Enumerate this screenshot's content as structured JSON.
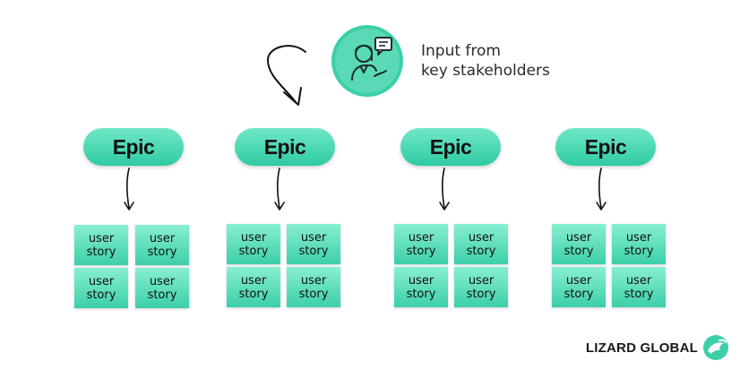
{
  "stakeholder": {
    "icon": "presenter-with-speech-bubble-icon",
    "label_line1": "Input from",
    "label_line2": "key stakeholders"
  },
  "epics": [
    {
      "label": "Epic",
      "stories": [
        {
          "line1": "user",
          "line2": "story"
        },
        {
          "line1": "user",
          "line2": "story"
        },
        {
          "line1": "user",
          "line2": "story"
        },
        {
          "line1": "user",
          "line2": "story"
        }
      ]
    },
    {
      "label": "Epic",
      "stories": [
        {
          "line1": "user",
          "line2": "story"
        },
        {
          "line1": "user",
          "line2": "story"
        },
        {
          "line1": "user",
          "line2": "story"
        },
        {
          "line1": "user",
          "line2": "story"
        }
      ]
    },
    {
      "label": "Epic",
      "stories": [
        {
          "line1": "user",
          "line2": "story"
        },
        {
          "line1": "user",
          "line2": "story"
        },
        {
          "line1": "user",
          "line2": "story"
        },
        {
          "line1": "user",
          "line2": "story"
        }
      ]
    },
    {
      "label": "Epic",
      "stories": [
        {
          "line1": "user",
          "line2": "story"
        },
        {
          "line1": "user",
          "line2": "story"
        },
        {
          "line1": "user",
          "line2": "story"
        },
        {
          "line1": "user",
          "line2": "story"
        }
      ]
    }
  ],
  "brand": {
    "name": "LIZARD GLOBAL",
    "logo_icon": "lizard-logo-icon"
  },
  "colors": {
    "accent": "#3ccfa8",
    "accent_light": "#88efd2",
    "text": "#111111"
  }
}
